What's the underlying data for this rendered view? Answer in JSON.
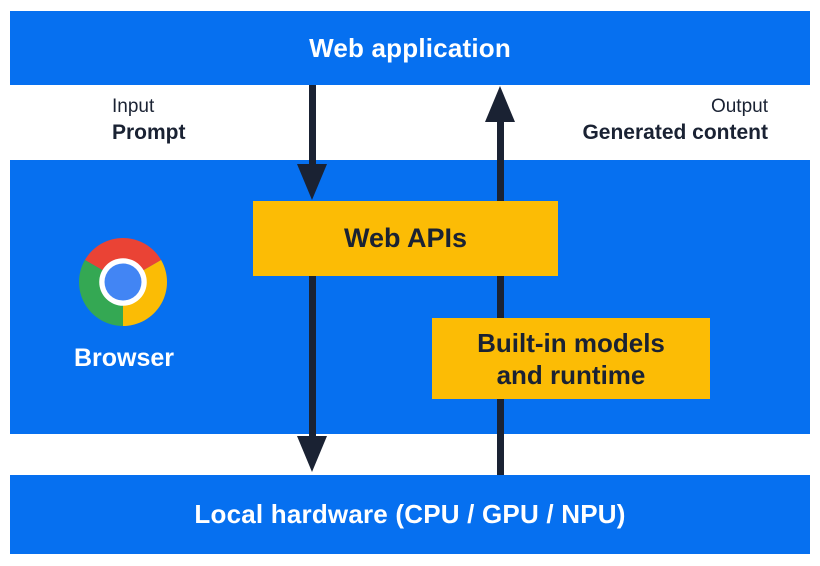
{
  "top_bar": {
    "label": "Web application"
  },
  "io": {
    "input_title": "Input",
    "input_value": "Prompt",
    "output_title": "Output",
    "output_value": "Generated content"
  },
  "browser": {
    "label": "Browser",
    "icon": "chrome-icon"
  },
  "boxes": {
    "web_apis_label": "Web APIs",
    "builtin_line1": "Built-in models",
    "builtin_line2": "and runtime"
  },
  "bottom_bar": {
    "label": "Local hardware (CPU / GPU / NPU)"
  },
  "arrows": {
    "input_flow_direction": "down",
    "output_flow_direction": "up"
  },
  "colors": {
    "blue": "#0670f0",
    "yellow": "#fcbc05",
    "navy": "#1a2233",
    "text_on_blue": "#ffffff",
    "chrome_red": "#ea4335",
    "chrome_yellow": "#fbbc05",
    "chrome_green": "#34a853",
    "chrome_blue": "#4285f4"
  }
}
